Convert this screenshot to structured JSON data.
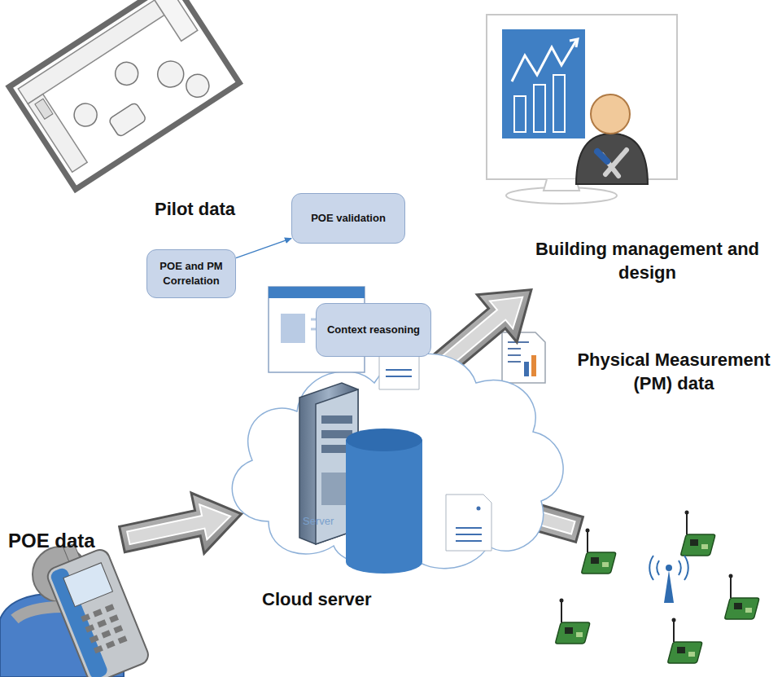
{
  "diagram": {
    "nodes": [
      {
        "text": [
          "POE validation"
        ]
      },
      {
        "text": [
          "POE and PM Correlation"
        ]
      },
      {
        "text": [
          "Context reasoning"
        ]
      }
    ],
    "edges": [
      {
        "from": 1,
        "to": 0,
        "arrow": "to"
      }
    ],
    "labels": [
      "Pilot data",
      "Building management and design",
      "Physical Measurement (PM) data",
      "POE data",
      "Cloud server",
      "Server"
    ]
  }
}
